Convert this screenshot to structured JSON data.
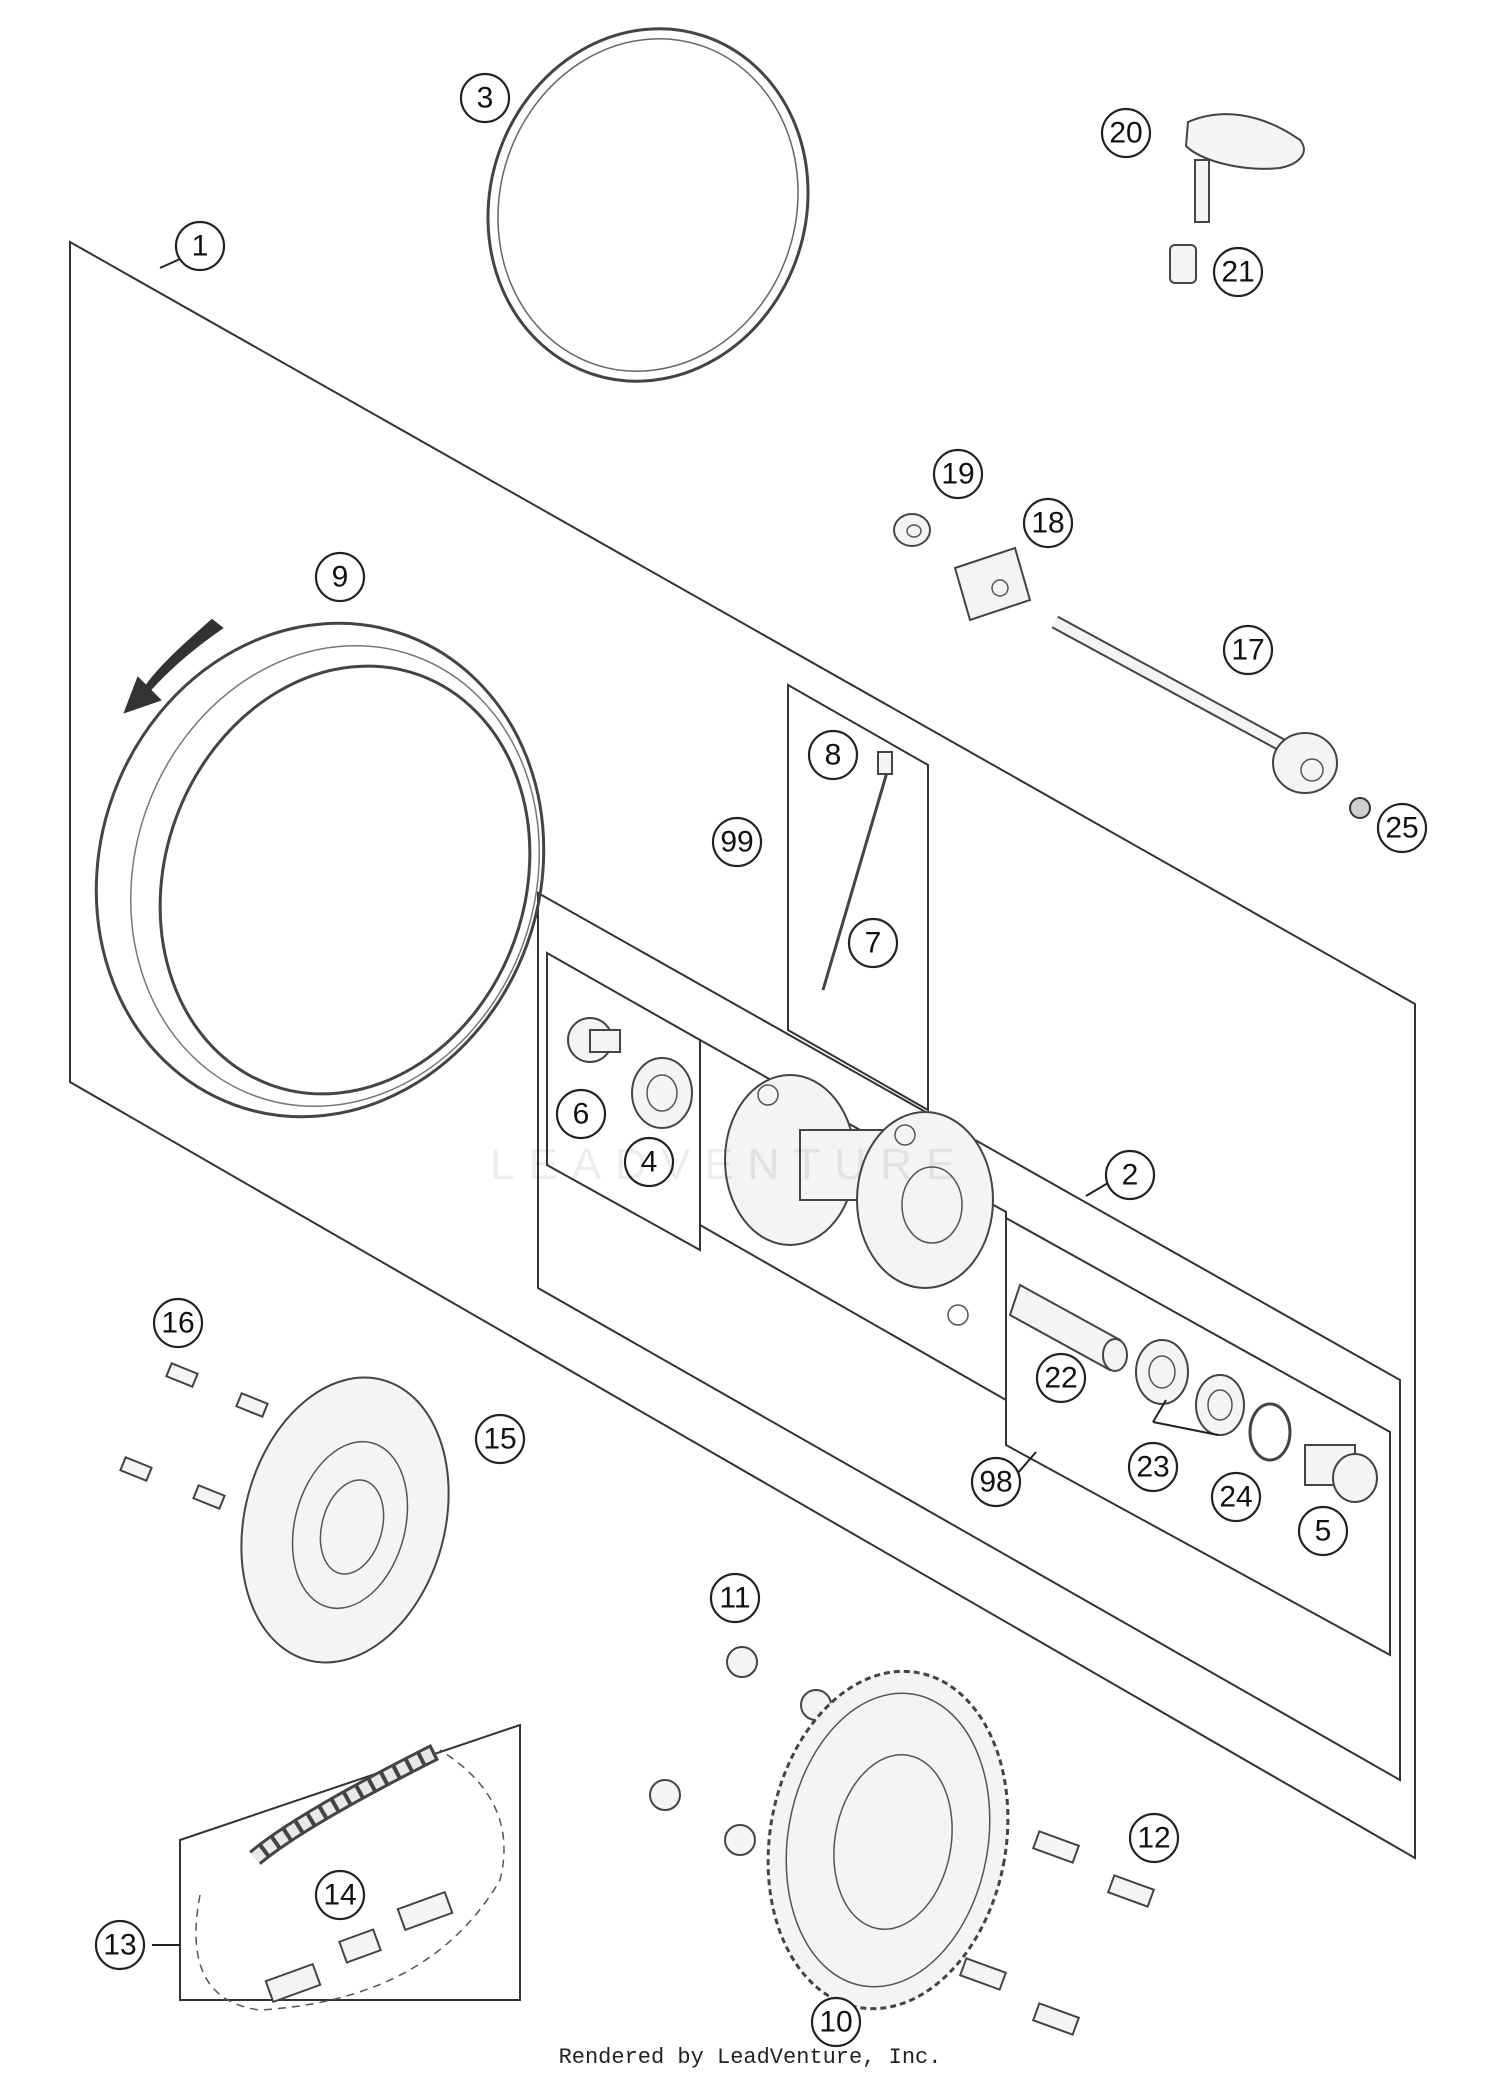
{
  "callouts": [
    {
      "id": "1",
      "label": "1"
    },
    {
      "id": "2",
      "label": "2"
    },
    {
      "id": "3",
      "label": "3"
    },
    {
      "id": "4",
      "label": "4"
    },
    {
      "id": "5",
      "label": "5"
    },
    {
      "id": "6",
      "label": "6"
    },
    {
      "id": "7",
      "label": "7"
    },
    {
      "id": "8",
      "label": "8"
    },
    {
      "id": "9",
      "label": "9"
    },
    {
      "id": "10",
      "label": "10"
    },
    {
      "id": "11",
      "label": "11"
    },
    {
      "id": "12",
      "label": "12"
    },
    {
      "id": "13",
      "label": "13"
    },
    {
      "id": "14",
      "label": "14"
    },
    {
      "id": "15",
      "label": "15"
    },
    {
      "id": "16",
      "label": "16"
    },
    {
      "id": "17",
      "label": "17"
    },
    {
      "id": "18",
      "label": "18"
    },
    {
      "id": "19",
      "label": "19"
    },
    {
      "id": "20",
      "label": "20"
    },
    {
      "id": "21",
      "label": "21"
    },
    {
      "id": "22",
      "label": "22"
    },
    {
      "id": "23",
      "label": "23"
    },
    {
      "id": "24",
      "label": "24"
    },
    {
      "id": "25",
      "label": "25"
    },
    {
      "id": "98",
      "label": "98"
    },
    {
      "id": "99",
      "label": "99"
    }
  ],
  "watermark": "LEADVENTURE",
  "footer": "Rendered by LeadVenture, Inc."
}
